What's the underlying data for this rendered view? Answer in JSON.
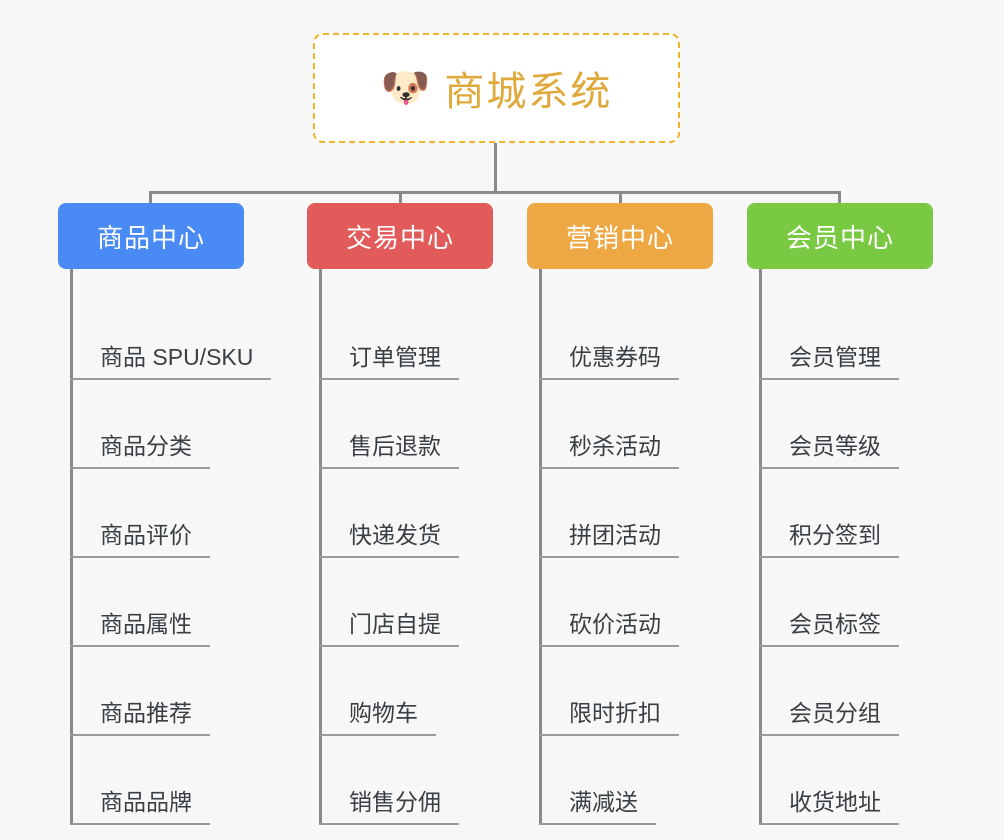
{
  "canvas": {
    "background": "#f7f7f7",
    "connector_color": "#8a8a8a"
  },
  "root": {
    "icon": "dog-face-emoji",
    "icon_glyph": "🐶",
    "title": "商城系统",
    "title_color": "#e0a93b",
    "border_color": "#f0b429",
    "border_style": "dashed",
    "background": "#ffffff"
  },
  "columns": [
    {
      "id": "product-center",
      "label": "商品中心",
      "color": "#4a8af4",
      "items": [
        {
          "label": "商品 SPU/SKU"
        },
        {
          "label": "商品分类"
        },
        {
          "label": "商品评价"
        },
        {
          "label": "商品属性"
        },
        {
          "label": "商品推荐"
        },
        {
          "label": "商品品牌"
        }
      ]
    },
    {
      "id": "trade-center",
      "label": "交易中心",
      "color": "#e15b5b",
      "items": [
        {
          "label": "订单管理"
        },
        {
          "label": "售后退款"
        },
        {
          "label": "快递发货"
        },
        {
          "label": "门店自提"
        },
        {
          "label": "购物车"
        },
        {
          "label": "销售分佣"
        }
      ]
    },
    {
      "id": "marketing-center",
      "label": "营销中心",
      "color": "#eda844",
      "items": [
        {
          "label": "优惠券码"
        },
        {
          "label": "秒杀活动"
        },
        {
          "label": "拼团活动"
        },
        {
          "label": "砍价活动"
        },
        {
          "label": "限时折扣"
        },
        {
          "label": "满减送"
        }
      ]
    },
    {
      "id": "member-center",
      "label": "会员中心",
      "color": "#7ac943",
      "items": [
        {
          "label": "会员管理"
        },
        {
          "label": "会员等级"
        },
        {
          "label": "积分签到"
        },
        {
          "label": "会员标签"
        },
        {
          "label": "会员分组"
        },
        {
          "label": "收货地址"
        }
      ]
    }
  ]
}
